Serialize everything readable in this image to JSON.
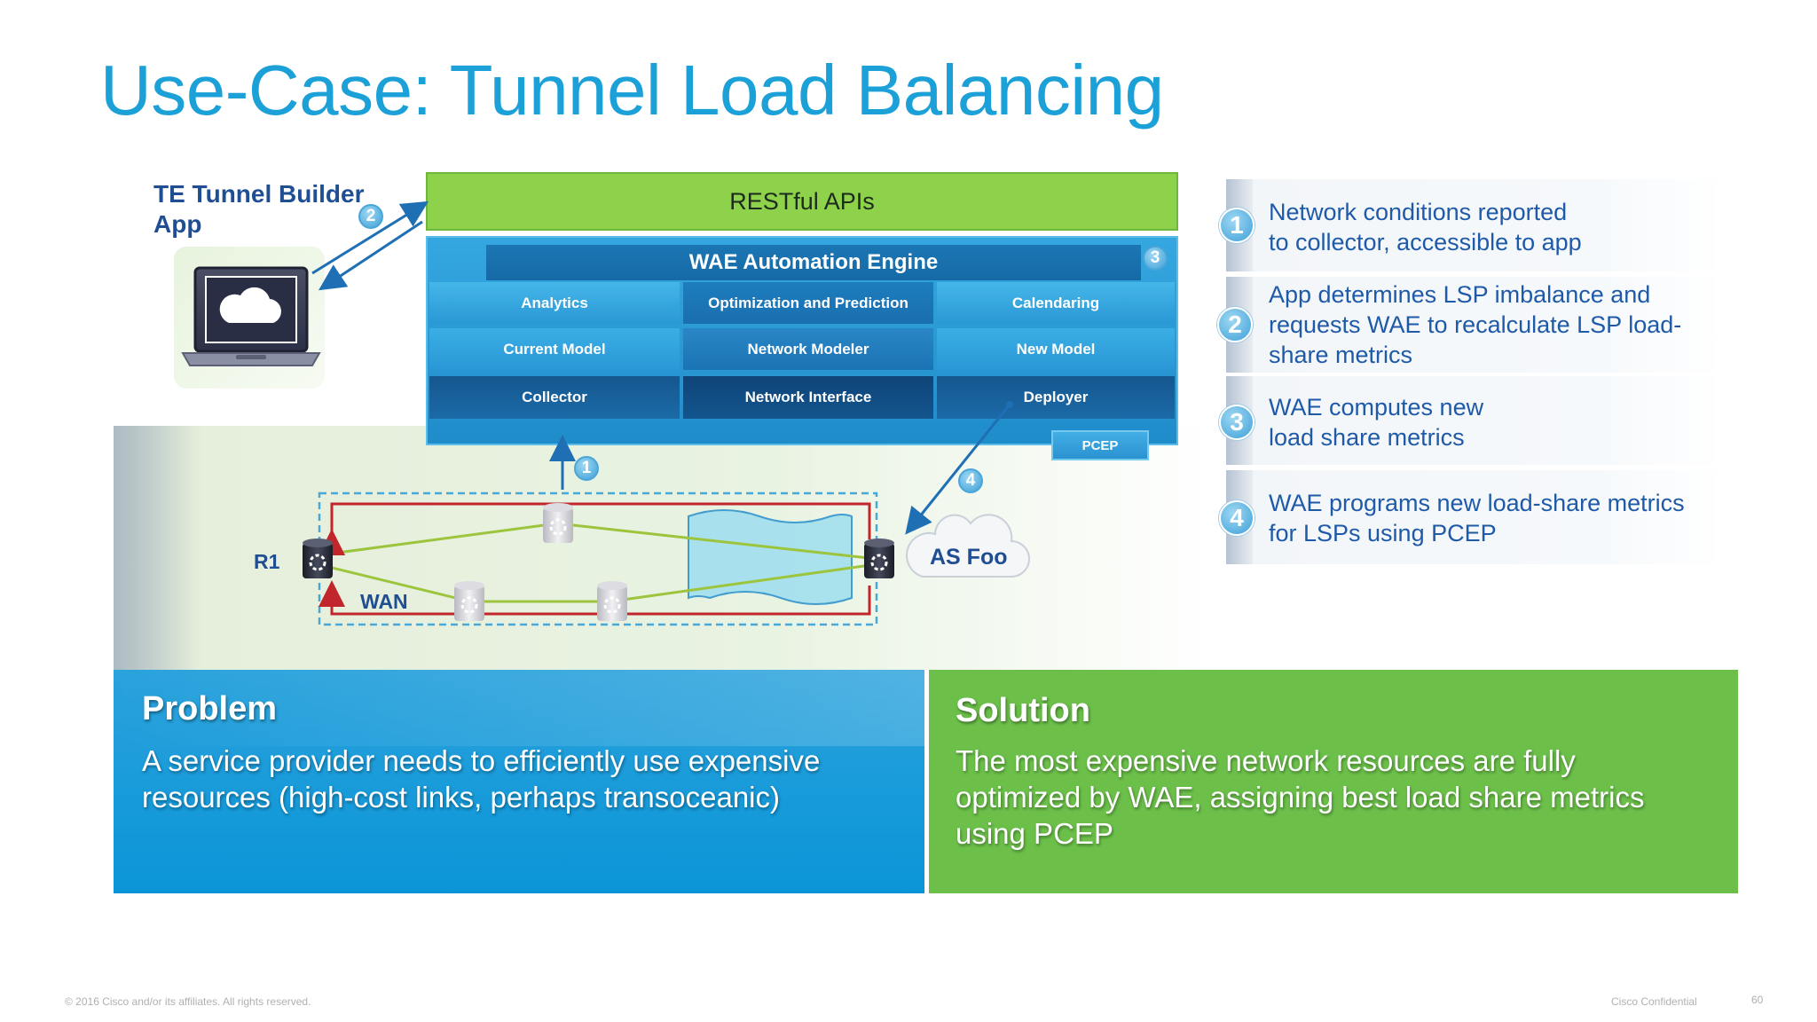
{
  "slide": {
    "title": "Use-Case: Tunnel Load Balancing"
  },
  "app": {
    "label_line1": "TE Tunnel Builder",
    "label_line2": "App",
    "icon": "laptop-cloud-icon"
  },
  "restful": {
    "label": "RESTful APIs"
  },
  "wae": {
    "title": "WAE Automation Engine",
    "rows": [
      [
        "Analytics",
        "Optimization and Prediction",
        "Calendaring"
      ],
      [
        "Current Model",
        "Network Modeler",
        "New Model"
      ],
      [
        "Collector",
        "Network Interface",
        "Deployer"
      ]
    ],
    "pcep": "PCEP"
  },
  "badges": [
    "1",
    "2",
    "3",
    "4"
  ],
  "network": {
    "router_label": "R1",
    "wan_label": "WAN",
    "as_label": "AS Foo"
  },
  "steps": [
    {
      "num": "1",
      "lines": [
        "Network conditions reported",
        "to collector, accessible to app"
      ]
    },
    {
      "num": "2",
      "lines": [
        "App determines LSP imbalance and",
        "requests WAE to recalculate LSP load-",
        "share metrics"
      ]
    },
    {
      "num": "3",
      "lines": [
        "WAE computes new",
        "load share metrics"
      ]
    },
    {
      "num": "4",
      "lines": [
        "WAE programs new load-share metrics",
        "for LSPs using PCEP"
      ]
    }
  ],
  "problem": {
    "title": "Problem",
    "lines": [
      "A service provider needs to efficiently use expensive",
      "resources (high-cost links, perhaps transoceanic)"
    ]
  },
  "solution": {
    "title": "Solution",
    "lines": [
      "The most expensive network resources are fully",
      "optimized by WAE, assigning best load share metrics",
      "using PCEP"
    ]
  },
  "footer": {
    "copyright": "© 2016 Cisco and/or its affiliates. All rights reserved.",
    "confidential": "Cisco Confidential",
    "page": "60"
  },
  "colors": {
    "title_blue": "#1ba0d7",
    "restful_green": "#8dd24a",
    "problem_blue": "#0a95d8",
    "solution_green": "#6cc04a",
    "lsp_red": "#c0262c",
    "link_green": "#9cc43c"
  }
}
